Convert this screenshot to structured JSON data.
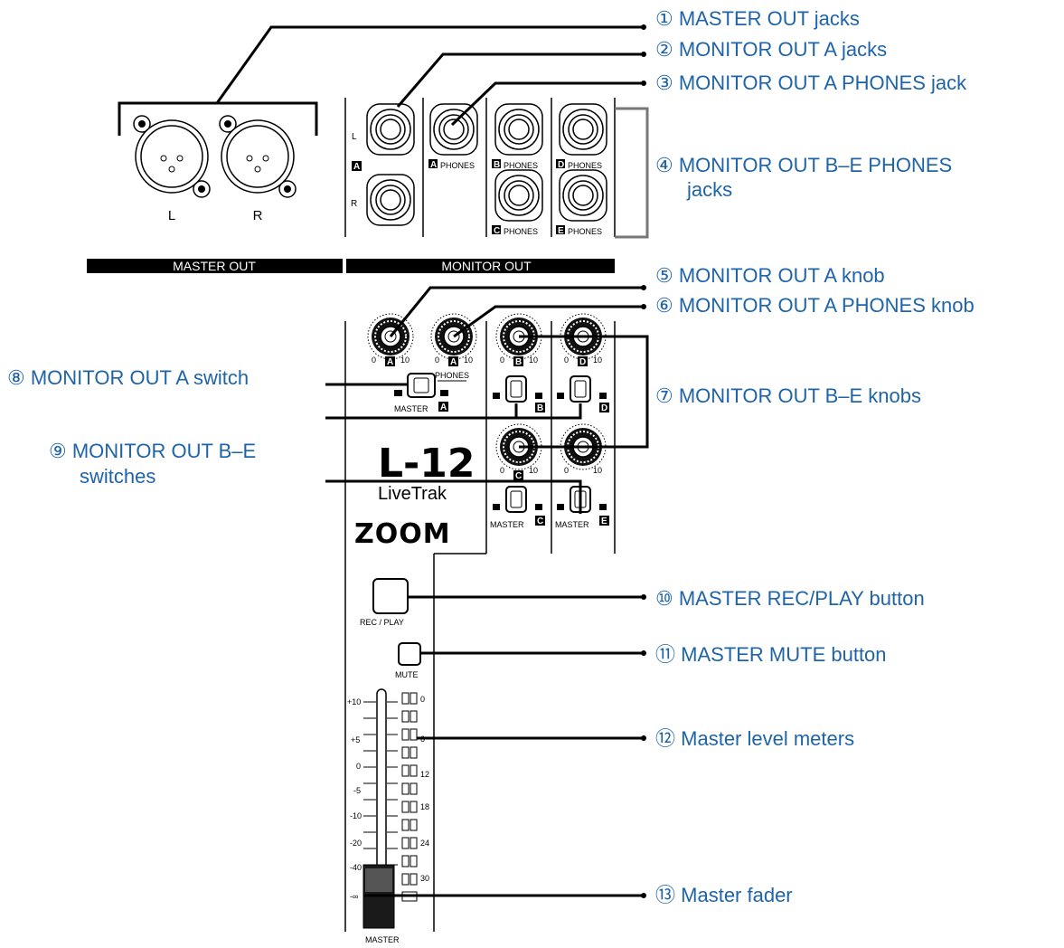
{
  "callouts": [
    {
      "num": "①",
      "label": "MASTER OUT jacks"
    },
    {
      "num": "②",
      "label": "MONITOR OUT A jacks"
    },
    {
      "num": "③",
      "label": "MONITOR OUT A PHONES jack"
    },
    {
      "num": "④",
      "label": "MONITOR OUT B–E PHONES",
      "label2": "jacks"
    },
    {
      "num": "⑤",
      "label": "MONITOR OUT A knob"
    },
    {
      "num": "⑥",
      "label": "MONITOR OUT A PHONES knob"
    },
    {
      "num": "⑦",
      "label": "MONITOR OUT B–E knobs"
    },
    {
      "num": "⑧",
      "label": "MONITOR OUT A switch"
    },
    {
      "num": "⑨",
      "label": "MONITOR OUT B–E",
      "label2": "switches"
    },
    {
      "num": "⑩",
      "label": "MASTER REC/PLAY button"
    },
    {
      "num": "⑪",
      "label": "MASTER MUTE button"
    },
    {
      "num": "⑫",
      "label": "Master level meters"
    },
    {
      "num": "⑬",
      "label": "Master fader"
    }
  ],
  "panel": {
    "section_master_out": "MASTER OUT",
    "section_monitor_out": "MONITOR OUT",
    "xlr_left": "L",
    "xlr_right": "R",
    "jack_left": "L",
    "jack_right": "R",
    "phones": "PHONES",
    "master": "MASTER",
    "badges": [
      "A",
      "B",
      "C",
      "D",
      "E"
    ],
    "knob_min": "0",
    "knob_max": "10",
    "model": "L-12",
    "model_sub": "LiveTrak",
    "brand": "ZOOM",
    "rec_play": "REC / PLAY",
    "mute": "MUTE",
    "fader_scale": [
      "+10",
      "+5",
      "0",
      "-5",
      "-10",
      "-20",
      "-40",
      "-∞"
    ],
    "meter_scale": [
      "0",
      "6",
      "12",
      "18",
      "24",
      "30"
    ],
    "fader_label": "MASTER"
  },
  "colors": {
    "callout_text": "#1f64a8",
    "lines": "#000000"
  }
}
